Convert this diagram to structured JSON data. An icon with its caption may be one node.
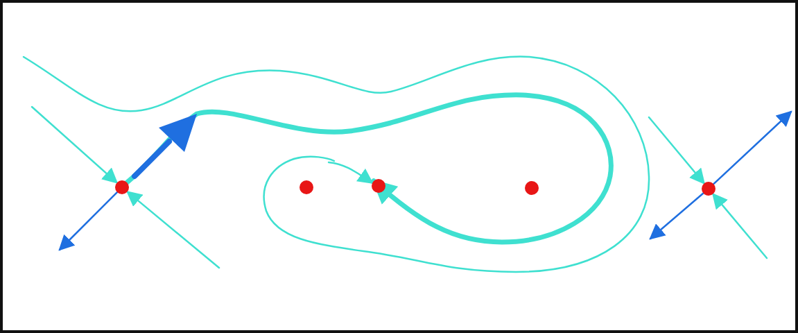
{
  "diagram": {
    "nodes": [
      {
        "text": [],
        "shape": "circle"
      },
      {
        "text": [],
        "shape": "circle"
      },
      {
        "text": [],
        "shape": "circle"
      },
      {
        "text": [],
        "shape": "circle"
      },
      {
        "text": [],
        "shape": "circle"
      }
    ],
    "edges": [
      {
        "from": null,
        "to": 0,
        "arrow": "to"
      },
      {
        "from": null,
        "to": 0,
        "arrow": "to"
      },
      {
        "from": 0,
        "to": null,
        "arrow": "to",
        "color": "#1f6fe0"
      },
      {
        "from": 0,
        "to": 2,
        "arrow": "to",
        "style": "thick"
      },
      {
        "from": null,
        "to": 2,
        "arrow": "to"
      },
      {
        "from": null,
        "to": 4,
        "arrow": "to"
      },
      {
        "from": null,
        "to": 4,
        "arrow": "to"
      },
      {
        "from": 4,
        "to": null,
        "arrow": "to",
        "color": "#1f6fe0"
      },
      {
        "from": 4,
        "to": null,
        "arrow": "to",
        "color": "#1f6fe0"
      }
    ]
  }
}
